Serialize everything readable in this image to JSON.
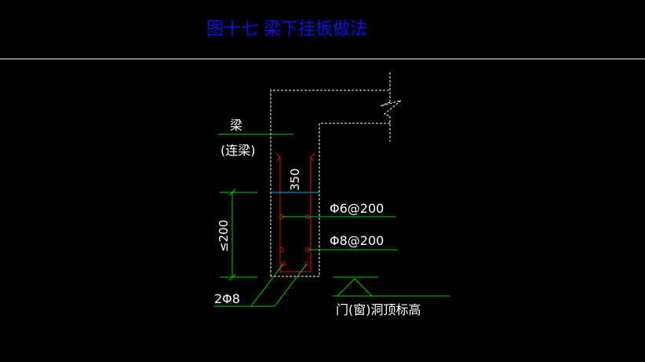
{
  "title": "图十七    梁下挂板做法",
  "labels": {
    "beam": "梁",
    "coupling_beam": "(连梁)",
    "dim_350": "350",
    "dim_le200": "≤200",
    "stirrup": "Φ6@200",
    "distribution": "Φ8@200",
    "bottom_bars": "2Φ8",
    "opening_top": "门(窗)洞顶标高"
  },
  "colors": {
    "background": "#000000",
    "title": "#1010e0",
    "outline": "#ffffff",
    "leader": "#00cc00",
    "rebar": "#e01010",
    "dim_line": "#00aaff",
    "text": "#ffffff"
  }
}
